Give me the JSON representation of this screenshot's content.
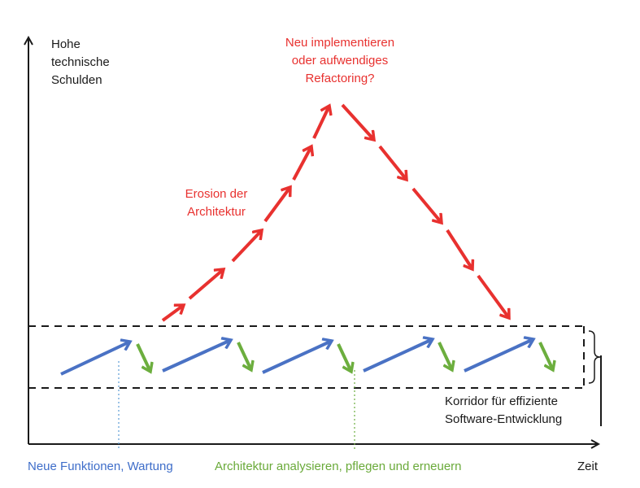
{
  "y_axis_label": [
    "Hohe",
    "technische",
    "Schulden"
  ],
  "x_axis_label": "Zeit",
  "question_label": [
    "Neu implementieren",
    "oder aufwendiges",
    "Refactoring?"
  ],
  "erosion_label": [
    "Erosion der",
    "Architektur"
  ],
  "corridor_label": [
    "Korridor für effiziente",
    "Software-Entwicklung"
  ],
  "legend": {
    "blue": "Neue Funktionen, Wartung",
    "green": "Architektur analysieren, pflegen und erneuern"
  },
  "colors": {
    "axis": "#1a1a1a",
    "corridor": "#1a1a1a",
    "blue": "#4a72c4",
    "green": "#6cae3e",
    "red": "#e8312f",
    "text": "#1a1a1a"
  }
}
